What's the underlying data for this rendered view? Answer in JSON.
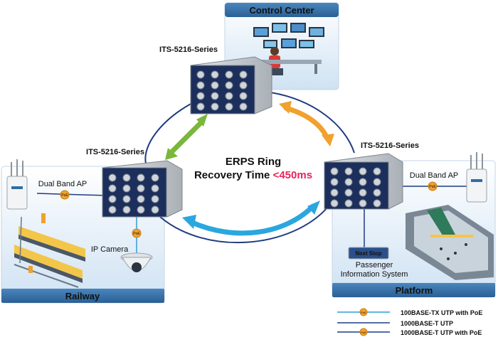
{
  "sites": {
    "control_center": "Control Center",
    "railway": "Railway",
    "platform": "Platform"
  },
  "switches": {
    "top": "ITS-5216-Series",
    "left": "ITS-5216-Series",
    "right": "ITS-5216-Series"
  },
  "ring": {
    "title": "ERPS Ring",
    "recovery_label": "Recovery Time ",
    "recovery_value": "<450ms"
  },
  "devices": {
    "ap_left": "Dual Band AP",
    "ap_right": "Dual Band AP",
    "ip_camera": "IP Camera",
    "pis_line1": "Passenger",
    "pis_line2": "Information System",
    "next_stop": "Next Stop",
    "poe_badge": "PoE"
  },
  "legend": [
    {
      "label": "100BASE-TX UTP with PoE",
      "color": "#2f9fd8",
      "poe": true
    },
    {
      "label": "1000BASE-T UTP",
      "color": "#1f3b83",
      "poe": false
    },
    {
      "label": "1000BASE-T UTP with PoE",
      "color": "#1f3b83",
      "poe": true
    }
  ],
  "colors": {
    "site_header": "#2f6ea6",
    "ring_line": "#1f3b83",
    "poe_line": "#2f9fd8",
    "arrow_green": "#79b83a",
    "arrow_orange": "#f0a12e",
    "arrow_blue": "#2aa7df",
    "recovery_red": "#e8245e"
  }
}
